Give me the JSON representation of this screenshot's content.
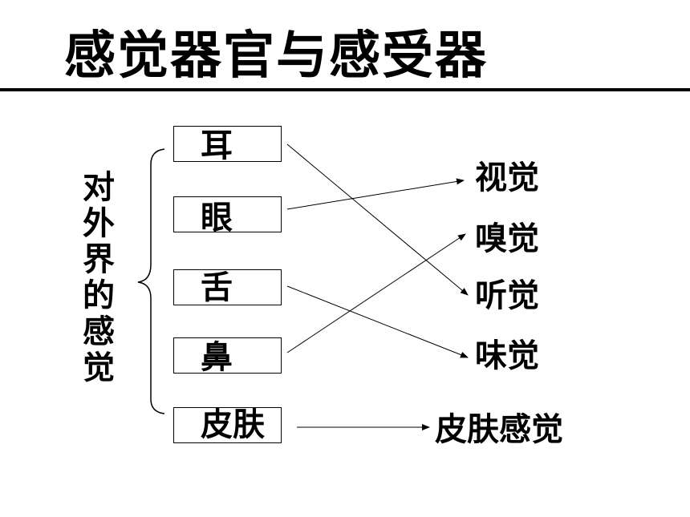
{
  "title": "感觉器官与感受器",
  "side_label": [
    "对",
    "外",
    "界",
    "的",
    "感",
    "觉"
  ],
  "organs": [
    "耳",
    "眼",
    "舌",
    "鼻",
    "皮肤"
  ],
  "senses": [
    "视觉",
    "嗅觉",
    "听觉",
    "味觉",
    "皮肤感觉"
  ],
  "connections": [
    {
      "from": "耳",
      "to": "听觉"
    },
    {
      "from": "眼",
      "to": "视觉"
    },
    {
      "from": "舌",
      "to": "味觉"
    },
    {
      "from": "鼻",
      "to": "嗅觉"
    },
    {
      "from": "皮肤",
      "to": "皮肤感觉"
    }
  ]
}
